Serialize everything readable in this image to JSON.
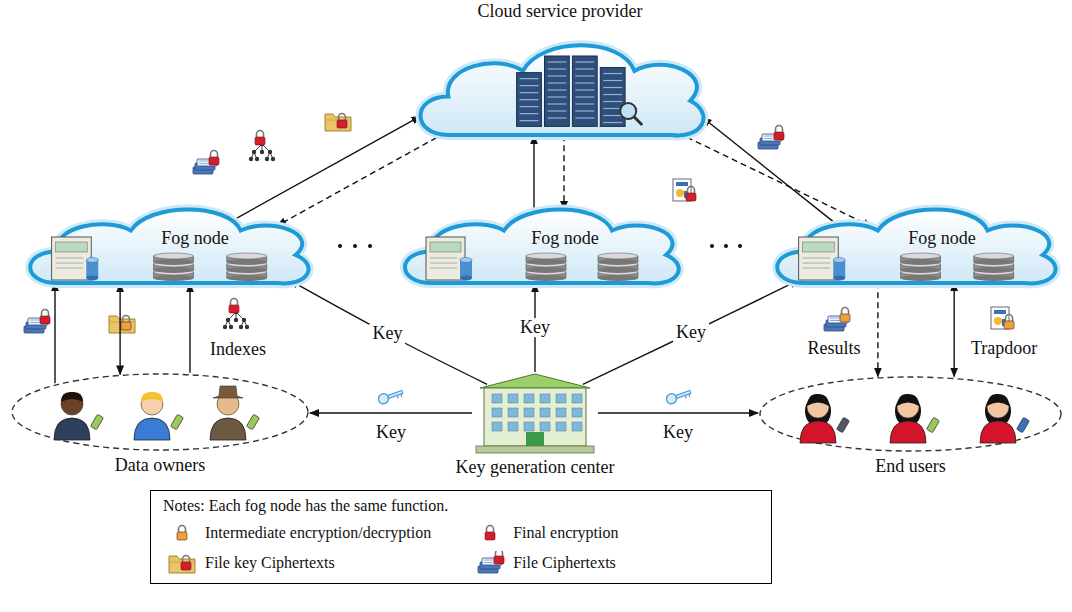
{
  "diagram": {
    "nodes": [
      {
        "text": [
          "Cloud service provider"
        ]
      },
      {
        "text": [
          "Fog node"
        ]
      },
      {
        "text": [
          "Fog node"
        ]
      },
      {
        "text": [
          "Fog node"
        ]
      },
      {
        "text": [
          "Data owners"
        ]
      },
      {
        "text": [
          "Key generation center"
        ]
      },
      {
        "text": [
          "End users"
        ]
      },
      {
        "text": [
          "Notes: Each fog node has the same function."
        ]
      }
    ],
    "edges": [
      {
        "from": 5,
        "to": 1,
        "label": "Key",
        "arrow": "to"
      },
      {
        "from": 5,
        "to": 2,
        "label": "Key",
        "arrow": "to"
      },
      {
        "from": 5,
        "to": 3,
        "label": "Key",
        "arrow": "to"
      },
      {
        "from": 5,
        "to": 4,
        "label": "Key",
        "arrow": "to"
      },
      {
        "from": 5,
        "to": 6,
        "label": "Key",
        "arrow": "to"
      },
      {
        "from": 4,
        "to": 1,
        "arrow": "to"
      },
      {
        "from": 4,
        "to": 1,
        "arrow": "both"
      },
      {
        "from": 4,
        "to": 1,
        "label": "Indexes",
        "arrow": "to"
      },
      {
        "from": 1,
        "to": 0,
        "arrow": "to"
      },
      {
        "from": 0,
        "to": 1,
        "arrow": "to"
      },
      {
        "from": 2,
        "to": 0,
        "arrow": "to"
      },
      {
        "from": 0,
        "to": 2,
        "arrow": "to"
      },
      {
        "from": 3,
        "to": 0,
        "arrow": "to"
      },
      {
        "from": 0,
        "to": 3,
        "arrow": "to"
      },
      {
        "from": 3,
        "to": 6,
        "label": "Results",
        "arrow": "to"
      },
      {
        "from": 3,
        "to": 6,
        "label": "Trapdoor",
        "arrow": "both"
      }
    ],
    "legend": [
      {
        "text": "Intermediate encryption/decryption"
      },
      {
        "text": "Final encryption"
      },
      {
        "text": "File key Ciphertexts"
      },
      {
        "text": "File Ciphertexts"
      }
    ]
  }
}
